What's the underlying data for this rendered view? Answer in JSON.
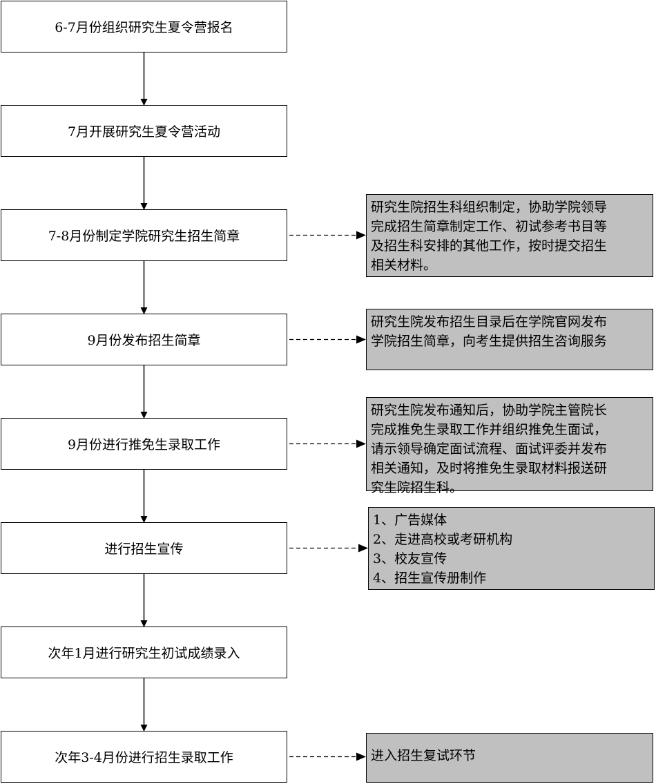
{
  "steps": [
    {
      "label": "6-7月份组织研究生夏令营报名"
    },
    {
      "label": "7月开展研究生夏令营活动"
    },
    {
      "label": "7-8月份制定学院研究生招生简章"
    },
    {
      "label": "9月份发布招生简章"
    },
    {
      "label": "9月份进行推免生录取工作"
    },
    {
      "label": "进行招生宣传"
    },
    {
      "label": "次年1月进行研究生初试成绩录入"
    },
    {
      "label": "次年3-4月份进行招生录取工作"
    }
  ],
  "notes": [
    {
      "step": 3,
      "lines": [
        "研究生院招生科组织制定，协助学院领导",
        "完成招生简章制定工作、初试参考书目等",
        "及招生科安排的其他工作，按时提交招生",
        "相关材料。"
      ]
    },
    {
      "step": 4,
      "lines": [
        "研究生院发布招生目录后在学院官网发布",
        "学院招生简章，向考生提供招生咨询服务"
      ]
    },
    {
      "step": 5,
      "lines": [
        "研究生院发布通知后，协助学院主管院长",
        "完成推免生录取工作并组织推免生面试，",
        "请示领导确定面试流程、面试评委并发布",
        "相关通知，及时将推免生录取材料报送研",
        "究生院招生科。"
      ]
    },
    {
      "step": 6,
      "lines": [
        "1、广告媒体",
        "2、走进高校或考研机构",
        "3、校友宣传",
        "4、招生宣传册制作"
      ]
    },
    {
      "step": 8,
      "lines": [
        "进入招生复试环节"
      ]
    }
  ],
  "colors": {
    "note_fill": "#c0c0c0",
    "box_fill": "#ffffff",
    "stroke": "#000000"
  }
}
